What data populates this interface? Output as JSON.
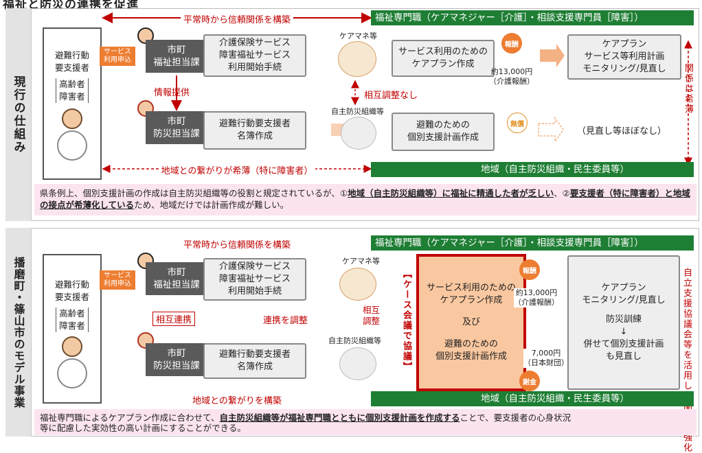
{
  "page": {
    "title": "福祉と防災の連携を促進"
  },
  "top": {
    "sidebar": "現行の仕組み",
    "client": {
      "line1": "避難行動",
      "line2": "要支援者",
      "b1": "高齢者",
      "b2": "障害者"
    },
    "top_arrow_label": "平常時から信頼関係を構築",
    "green_top": "福祉専門職（ケアマネジャー［介護］・相談支援専門員［障害］）",
    "service_tag": [
      "サービス",
      "利用申込"
    ],
    "welfare_dept": [
      "市町",
      "福祉担当課"
    ],
    "disaster_dept": [
      "市町",
      "防災担当課"
    ],
    "info_label": "情報提供",
    "procedure": [
      "介護保険サービス",
      "障害福祉サービス",
      "利用開始手続"
    ],
    "caremanager_label": "ケアマネ等",
    "careplan": [
      "サービス利用のための",
      "ケアプラン作成"
    ],
    "fee_badge": "報酬",
    "fee_amount": [
      "約13,000円",
      "（介護報酬）"
    ],
    "result": [
      "ケアプラン",
      "サービス等利用計画",
      "モニタリング/見直し"
    ],
    "right_vertical": "関係は希薄",
    "no_coord": "相互調整なし",
    "org_label": "自主防災組織等",
    "roster": [
      "避難行動要支援者",
      "名簿作成"
    ],
    "plan": [
      "避難のための",
      "個別支援計画作成"
    ],
    "free_badge": "無償",
    "no_review": "（見直し等ほぼなし）",
    "bottom_arrow_label": "地域との繋がりが希薄（特に障害者）",
    "green_bottom": "地域（自主防災組織・民生委員等）",
    "note_a": "県条例上、個別支援計画の作成は自主防災組織等の役割と規定されているが、①",
    "note_b": "地域（自主防災組織等）に福祉に精通した者が乏しい",
    "note_c": "、②",
    "note_d": "要支援者（特に障害者）と地域の接点が希薄化している",
    "note_e": "ため、地域だけでは計画作成が難しい。"
  },
  "bottom": {
    "sidebar": "播磨町・篠山市のモデル事業",
    "client": {
      "line1": "避難行動",
      "line2": "要支援者",
      "b1": "高齢者",
      "b2": "障害者"
    },
    "top_arrow_label": "平常時から信頼関係を構築",
    "green_top": "福祉専門職（ケアマネジャー［介護］・相談支援専門員［障害］）",
    "service_tag": [
      "サービス",
      "利用申込"
    ],
    "welfare_dept": [
      "市町",
      "福祉担当課"
    ],
    "disaster_dept": [
      "市町",
      "防災担当課"
    ],
    "mutual": "相互連携",
    "adjust": "連携を調整",
    "procedure": [
      "介護保険サービス",
      "障害福祉サービス",
      "利用開始手続"
    ],
    "caremanager_label": "ケアマネ等",
    "mutual_adjust": [
      "相互",
      "調整"
    ],
    "case_meeting": "【ケース会議で協議】",
    "org_label": "自主防災組織等",
    "roster": [
      "避難行動要支援者",
      "名簿作成"
    ],
    "peach": [
      "サービス利用のための",
      "ケアプラン作成",
      "及び",
      "避難のための",
      "個別支援計画作成"
    ],
    "fee_badge": "報酬",
    "fee_amount": [
      "約13,000円",
      "（介護報酬）"
    ],
    "thanks_badge": "謝金",
    "thanks_amount": [
      "7,000円",
      "（日本財団）"
    ],
    "result": [
      "ケアプラン",
      "モニタリング/見直し",
      "防災訓練",
      "↓",
      "併せて個別支援計画",
      "も見直し"
    ],
    "right_vertical": "自立支援協議会等を活用して関係を強化",
    "bottom_arrow_label": "地域との繋がりを構築",
    "green_bottom": "地域（自主防災組織・民生委員等）",
    "note_a": "福祉専門職によるケアプラン作成に合わせて、",
    "note_b": "自主防災組織等が福祉専門職とともに個別支援計画を作成する",
    "note_c": "ことで、要支援者の心身状況",
    "note_d": "等に配慮した実効性の高い計画にすることができる。"
  }
}
